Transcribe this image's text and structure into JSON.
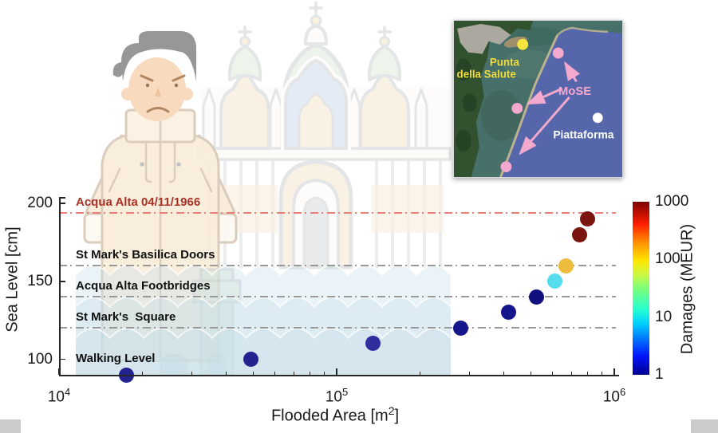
{
  "chart_data": {
    "type": "scatter",
    "title": "",
    "xlabel": "Flooded Area [m^2]",
    "ylabel": "Sea Level [cm]",
    "x_scale": "log",
    "x_range": [
      10000,
      1000000
    ],
    "y_range": [
      88,
      205
    ],
    "x_ticks": [
      10000,
      100000,
      1000000
    ],
    "y_ticks": [
      200,
      150,
      100
    ],
    "grid": false,
    "colorbar": {
      "title": "Damages (MEUR)",
      "scale": "log",
      "range": [
        1,
        1000
      ],
      "ticks": [
        1000,
        100,
        10,
        1
      ],
      "colormap": "jet"
    },
    "points": [
      {
        "flooded_area_m2": 17500,
        "sea_level_cm": 90,
        "damages_meur": 1,
        "color": "#23238f"
      },
      {
        "flooded_area_m2": 49000,
        "sea_level_cm": 100,
        "damages_meur": 1,
        "color": "#23238f"
      },
      {
        "flooded_area_m2": 135000,
        "sea_level_cm": 110,
        "damages_meur": 2,
        "color": "#2e2e9e"
      },
      {
        "flooded_area_m2": 280000,
        "sea_level_cm": 120,
        "damages_meur": 2,
        "color": "#16168c"
      },
      {
        "flooded_area_m2": 415000,
        "sea_level_cm": 130,
        "damages_meur": 2,
        "color": "#16168c"
      },
      {
        "flooded_area_m2": 525000,
        "sea_level_cm": 140,
        "damages_meur": 2,
        "color": "#10107e"
      },
      {
        "flooded_area_m2": 610000,
        "sea_level_cm": 150,
        "damages_meur": 12,
        "color": "#55dced"
      },
      {
        "flooded_area_m2": 670000,
        "sea_level_cm": 160,
        "damages_meur": 100,
        "color": "#edbc3c"
      },
      {
        "flooded_area_m2": 750000,
        "sea_level_cm": 180,
        "damages_meur": 700,
        "color": "#7a150f"
      },
      {
        "flooded_area_m2": 800000,
        "sea_level_cm": 190,
        "damages_meur": 1000,
        "color": "#7a150f"
      }
    ],
    "reference_lines": [
      {
        "label": "Acqua Alta 04/11/1966",
        "sea_level_cm": 194,
        "has_line": true,
        "line_color": "#ea8075",
        "label_color": "#a93226"
      },
      {
        "label": "St Mark's Basilica Doors",
        "sea_level_cm": 160,
        "has_line": true,
        "line_color": "#999999",
        "label_color": "#111111"
      },
      {
        "label": "Acqua Alta Footbridges",
        "sea_level_cm": 140,
        "has_line": true,
        "line_color": "#999999",
        "label_color": "#111111"
      },
      {
        "label": "St Mark's  Square",
        "sea_level_cm": 120,
        "has_line": true,
        "line_color": "#999999",
        "label_color": "#111111"
      },
      {
        "label": "Walking Level",
        "sea_level_cm": 100,
        "has_line": false,
        "line_color": "",
        "label_color": "#111111"
      }
    ]
  },
  "axis_titles": {
    "y": "Sea Level [cm]",
    "x_base": "Flooded Area [m",
    "x_sup": "2",
    "x_end": "]",
    "colorbar": "Damages (MEUR)"
  },
  "map_inset": {
    "punta_line1": "Punta",
    "punta_line2": "della Salute",
    "punta_color": "#f0dc3a",
    "mose_label": "MoSE",
    "mose_color": "#f4a8ce",
    "piattaforma_label": "Piattaforma",
    "piattaforma_color": "#ffffff",
    "marker_colors": {
      "punta": "#f6e53e",
      "mose": "#f3a8ce",
      "piattaforma": "#ffffff"
    }
  }
}
